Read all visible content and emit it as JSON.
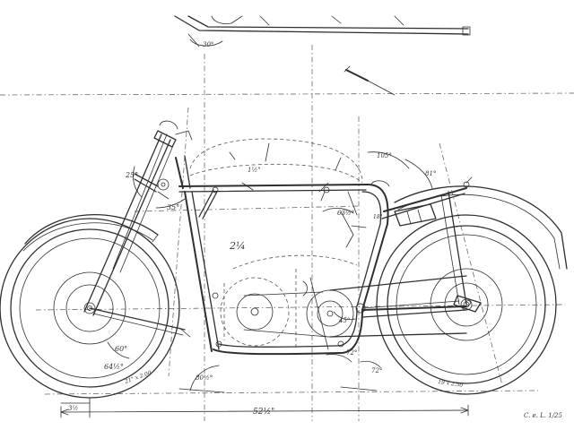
{
  "drawing": {
    "ink_color": "#2f2f2f",
    "paper_color": "#ffffff",
    "angles": {
      "top_inset": "30°",
      "fork_left": "25°",
      "head_lower": "35°",
      "tank_rear": "105°",
      "seat_stay": "81°",
      "seat_angle": "63½°",
      "seat_tube": "18°",
      "footrest": "45°",
      "trail": "60°",
      "bottom_left": "80½°",
      "bottom_mid": "72°",
      "bottom_right": "72°"
    },
    "notes": {
      "tank": "1½\"",
      "center_mark": "2¼",
      "front_tyre": "21\" x 2.00",
      "rear_tyre": "19 x 2.50",
      "front_angle_small": "64½°"
    },
    "dimensions": {
      "wheelbase": "52½\"",
      "front_offset": "3½"
    },
    "signature": "C. e. L. 1/25"
  }
}
